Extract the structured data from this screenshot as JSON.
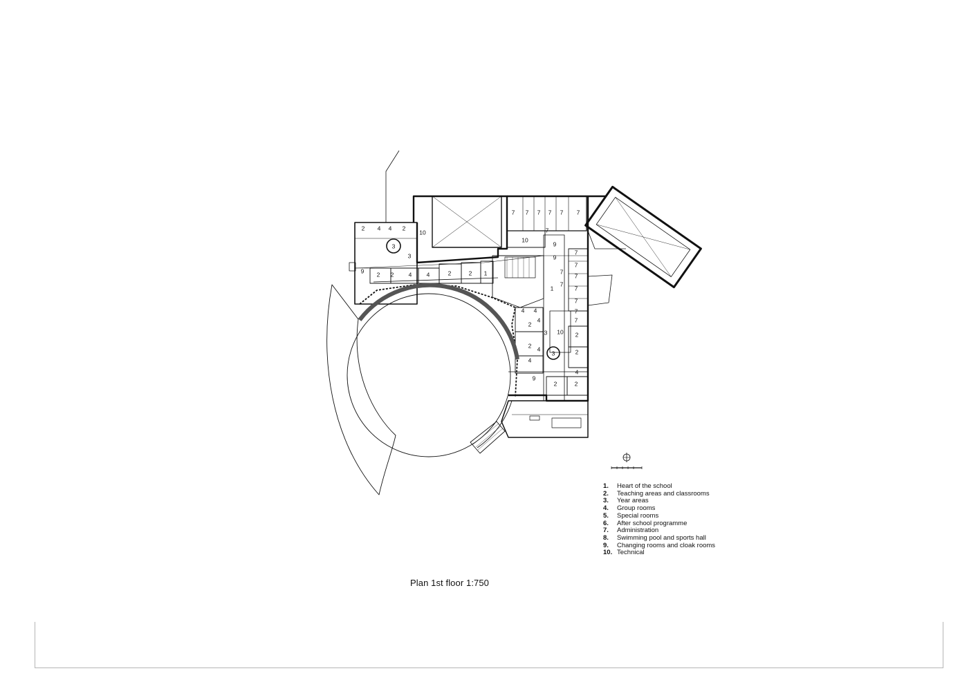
{
  "plan": {
    "title": "Plan 1st floor 1:750",
    "room_labels": {
      "heart": "1",
      "teaching": "2",
      "year_area": "3",
      "group": "4",
      "admin": "7",
      "changing": "9",
      "technical": "10"
    }
  },
  "legend": {
    "items": [
      {
        "num": "1.",
        "text": "Heart of the school"
      },
      {
        "num": "2.",
        "text": "Teaching areas and classrooms"
      },
      {
        "num": "3.",
        "text": "Year areas"
      },
      {
        "num": "4.",
        "text": "Group rooms"
      },
      {
        "num": "5.",
        "text": "Special rooms"
      },
      {
        "num": "6.",
        "text": "After school programme"
      },
      {
        "num": "7.",
        "text": "Administration"
      },
      {
        "num": "8.",
        "text": "Swimming pool and sports hall"
      },
      {
        "num": "9.",
        "text": "Changing rooms and cloak rooms"
      },
      {
        "num": "10.",
        "text": "Technical"
      }
    ]
  },
  "north_icon": "north-arrow-icon",
  "colors": {
    "line": "#111111",
    "frame": "#b5b5b5",
    "background": "#ffffff"
  }
}
